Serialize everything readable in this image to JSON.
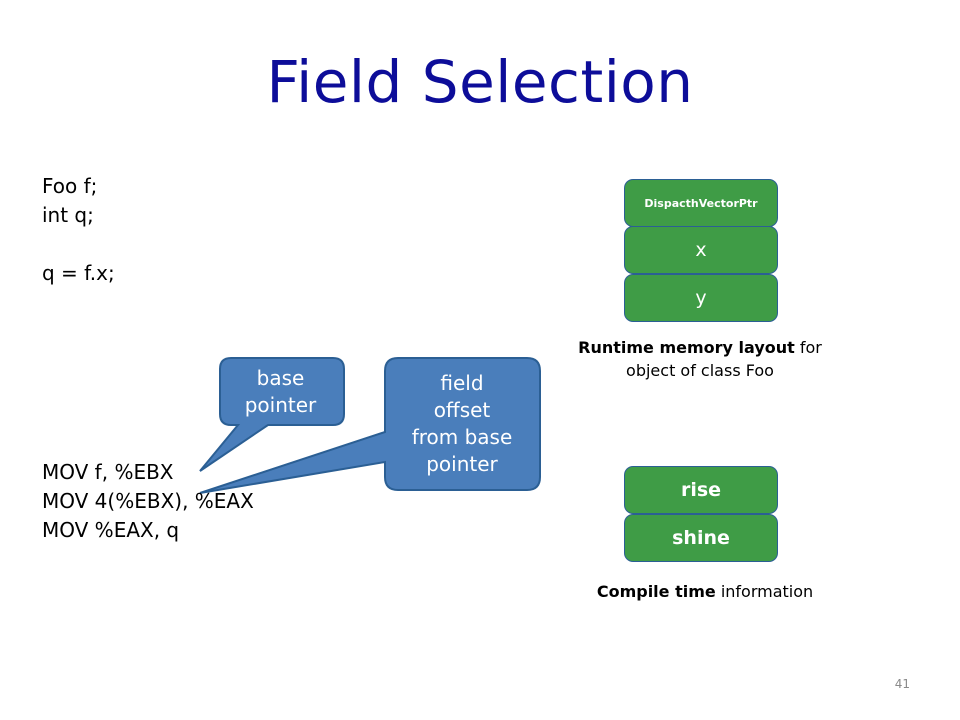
{
  "title": "Field Selection",
  "code_top": [
    "Foo f;",
    "int q;",
    "",
    "q = f.x;"
  ],
  "code_bottom": [
    "MOV f, %EBX",
    "MOV 4(%EBX), %EAX",
    "MOV %EAX, q"
  ],
  "callouts": {
    "base_pointer": [
      "base",
      "pointer"
    ],
    "field_offset": [
      "field",
      "offset",
      "from base",
      "pointer"
    ]
  },
  "runtime_layout": {
    "cells": [
      "DispacthVectorPtr",
      "x",
      "y"
    ],
    "caption_bold": "Runtime memory layout",
    "caption_rest1": " for",
    "caption_rest2": "object of class Foo"
  },
  "compile_info": {
    "cells": [
      "rise",
      "shine"
    ],
    "caption_bold": "Compile time",
    "caption_rest": " information"
  },
  "slide_number": "41",
  "colors": {
    "title": "#0d0d99",
    "callout_fill": "#4a7ebb",
    "callout_border": "#2b5f94",
    "cell_fill": "#3f9c46"
  }
}
